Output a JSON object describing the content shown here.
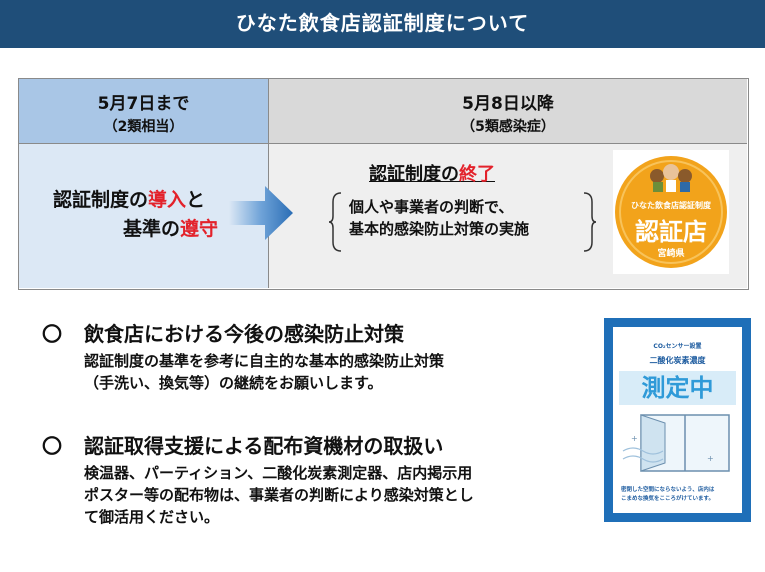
{
  "header": {
    "title": "ひなた飲食店認証制度について"
  },
  "table": {
    "before": {
      "heading": "5月7日まで",
      "sub": "（2類相当）"
    },
    "after": {
      "heading": "5月8日以降",
      "sub": "（5類感染症）"
    },
    "left_body": {
      "line1_prefix": "認証制度の",
      "line1_red": "導入",
      "line1_suffix": "と",
      "line2_prefix": "基準の",
      "line2_red": "遵守"
    },
    "right_body": {
      "title_prefix": "認証制度の",
      "title_red": "終了",
      "line1": "個人や事業者の判断で、",
      "line2": "基本的感染防止対策の実施"
    }
  },
  "badge": {
    "top": "ひなた飲食店認証制度",
    "main": "認証店",
    "bottom": "宮崎県"
  },
  "sections": [
    {
      "mark": "〇",
      "title": "飲食店における今後の感染防止対策",
      "lines": [
        "認証制度の基準を参考に自主的な基本的感染防止対策",
        "（手洗い、換気等）の継続をお願いします。"
      ]
    },
    {
      "mark": "〇",
      "title": "認証取得支援による配布資機材の取扱い",
      "lines": [
        "検温器、パーティション、二酸化炭素測定器、店内掲示用",
        "ポスター等の配布物は、事業者の判断により感染対策とし",
        "て御活用ください。"
      ]
    }
  ],
  "poster": {
    "small_title": "CO₂センサー設置",
    "subtitle": "二酸化炭素濃度",
    "big": "測定中",
    "foot1": "密閉した空間にならないよう、店内は",
    "foot2": "こまめな換気をこころがけています。"
  },
  "colors": {
    "header": "#1f4e79",
    "red": "#e3222b",
    "badge_orange": "#f2a31b",
    "poster_blue": "#1f6fb8"
  }
}
